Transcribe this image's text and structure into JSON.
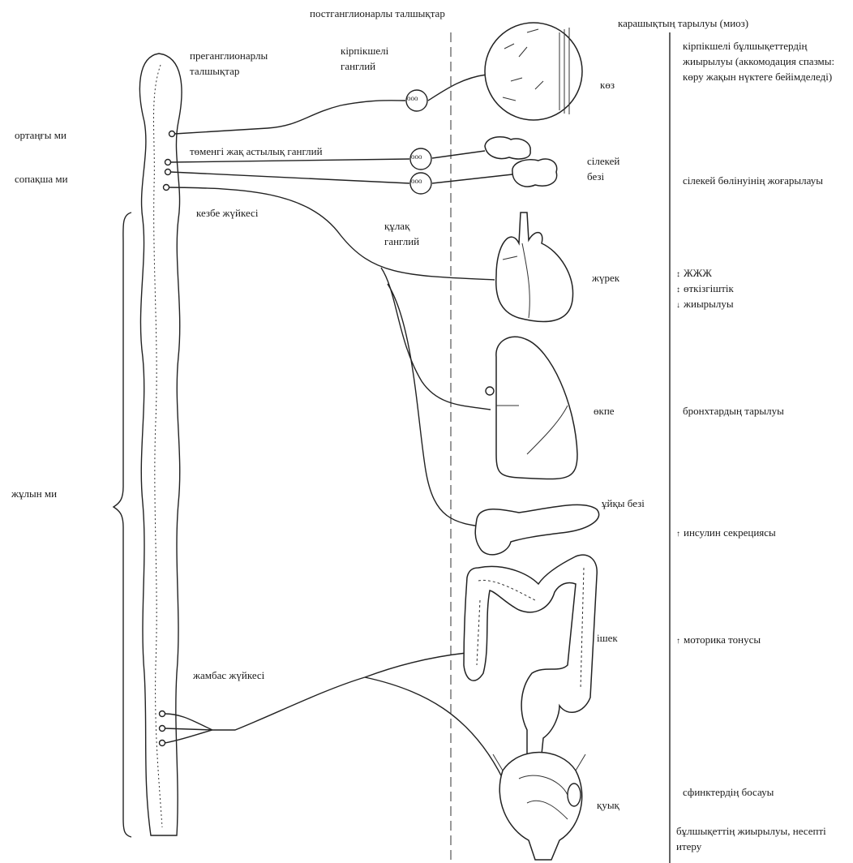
{
  "headers": {
    "postganglionic": "постганглионарлы талшықтар",
    "effect_title": "карашықтың тарылуы (миоз)"
  },
  "cns_labels": {
    "midbrain": "ортаңғы ми",
    "medulla": "сопақша ми",
    "spinal_cord": "жұлын ми",
    "preganglionic": "преганглионарлы талшықтар",
    "submandibular_ganglion": "төменгі жақ астылық ганглий",
    "vagus_nerve": "кезбе жүйкесі",
    "pelvic_nerve": "жамбас жүйкесі"
  },
  "ganglia": {
    "ciliary": "кірпікшелі ганглий",
    "otic": "құлақ ганглий",
    "symbol": "ооо"
  },
  "organs": [
    {
      "name": "eye",
      "label": "көз"
    },
    {
      "name": "salivary",
      "label": "сілекей безі"
    },
    {
      "name": "heart",
      "label": "жүрек"
    },
    {
      "name": "lung",
      "label": "өкпе"
    },
    {
      "name": "pancreas",
      "label": "ұйқы безі"
    },
    {
      "name": "intestine",
      "label": "ішек"
    },
    {
      "name": "bladder",
      "label": "қуық"
    }
  ],
  "effects": {
    "eye": "кірпікшелі бұлшықеттердің жиырылуы (аккомодация спазмы: көру жақын нүктеге бейімделеді)",
    "salivary": "сілекей бөлінуінің жоғарылауы",
    "heart": [
      "ЖЖЖ",
      "өткізгіштік",
      "жиырылуы"
    ],
    "lung": "бронхтардың тарылуы",
    "pancreas": "инсулин секрециясы",
    "intestine": "моторика тонусы",
    "bladder_1": "сфинктердің босауы",
    "bladder_2": "бұлшықеттің жиырылуы, несепті итеру"
  },
  "arrows": {
    "up_down": "↕",
    "down": "↓",
    "up": "↑"
  }
}
